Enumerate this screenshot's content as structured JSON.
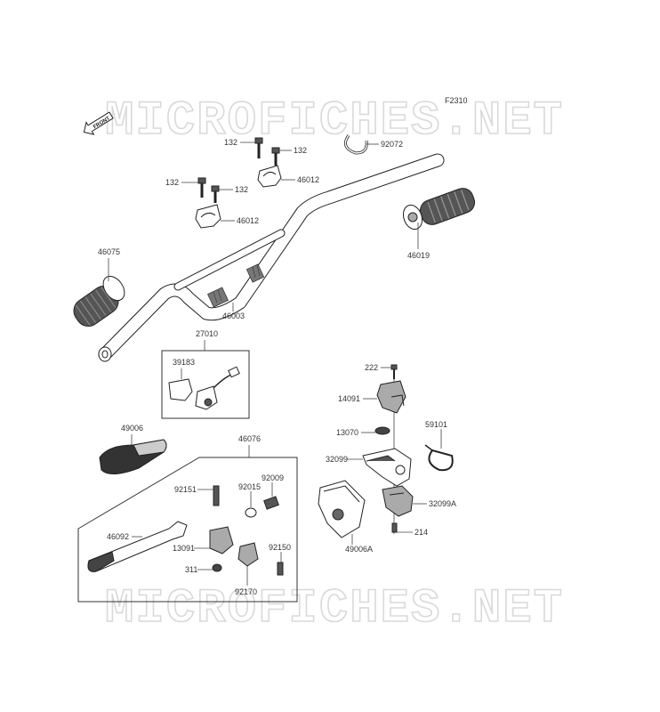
{
  "diagram": {
    "fig_code": "F2310",
    "front_label": "FRONT",
    "watermark": "MICROFICHES.NET",
    "colors": {
      "outline": "#222222",
      "watermark": "#d9d9d9",
      "fill_dark": "#555555",
      "fill_light": "#bbbbbb"
    },
    "labels": {
      "p132a": "132",
      "p132b": "132",
      "p132c": "132",
      "p132d": "132",
      "p92072": "92072",
      "p46012a": "46012",
      "p46012b": "46012",
      "p46019": "46019",
      "p46075": "46075",
      "p46003": "46003",
      "p27010": "27010",
      "p39183": "39183",
      "p222": "222",
      "p14091": "14091",
      "p13070": "13070",
      "p59101": "59101",
      "p32099": "32099",
      "p32099a": "32099A",
      "p214": "214",
      "p49006a": "49006A",
      "p49006": "49006",
      "p46076": "46076",
      "p92151": "92151",
      "p92015": "92015",
      "p92009": "92009",
      "p46092": "46092",
      "p13091": "13091",
      "p92150": "92150",
      "p311": "311",
      "p92170": "92170"
    }
  }
}
